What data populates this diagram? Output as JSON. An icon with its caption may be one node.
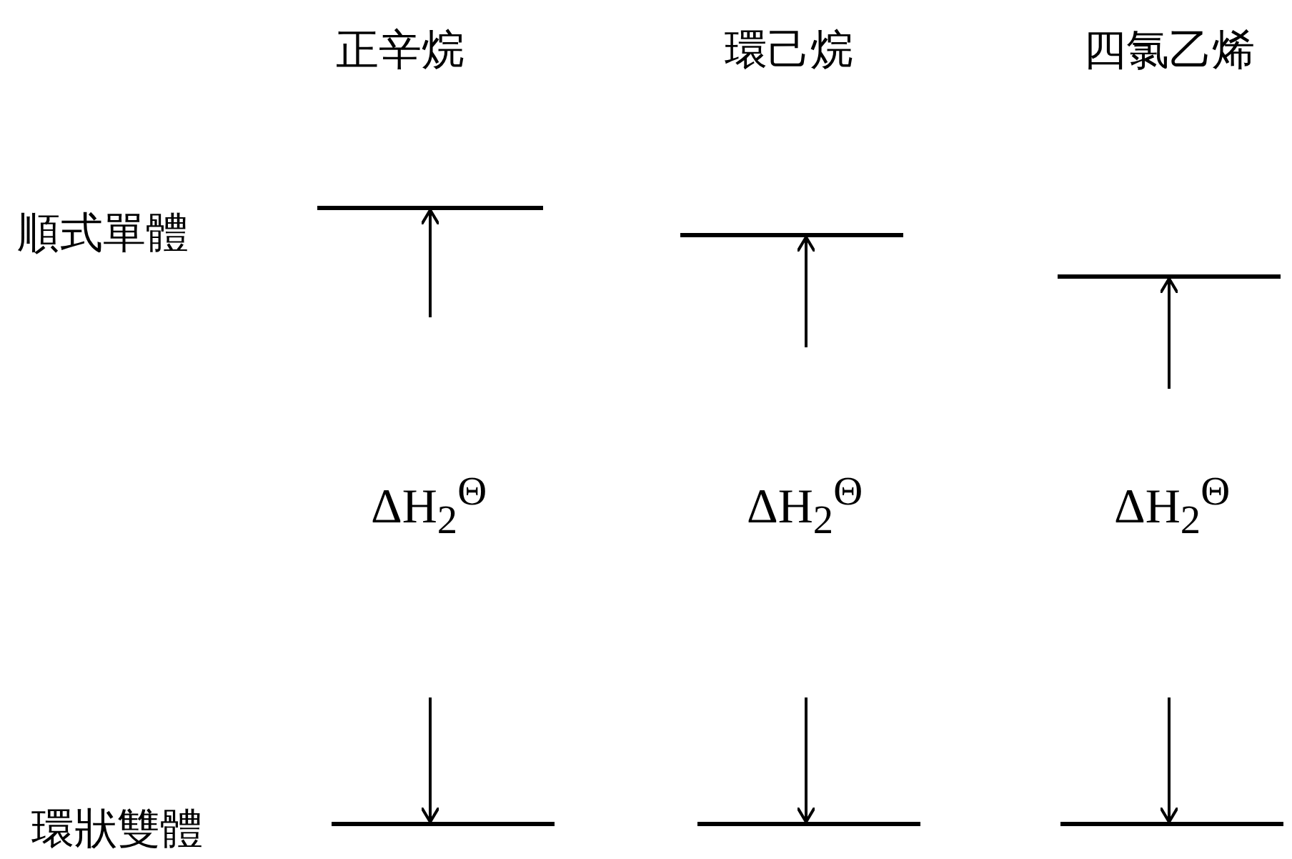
{
  "diagram": {
    "nodes": [
      {
        "text": [],
        "shape": "bar"
      },
      {
        "text": [],
        "shape": "bar"
      },
      {
        "text": [],
        "shape": "bar"
      },
      {
        "text": [],
        "shape": "bar"
      },
      {
        "text": [],
        "shape": "bar"
      },
      {
        "text": [],
        "shape": "bar"
      }
    ],
    "edges": [
      {
        "from": null,
        "to": 0,
        "arrow": "to"
      },
      {
        "from": null,
        "to": 3,
        "arrow": "to"
      },
      {
        "from": null,
        "to": 1,
        "arrow": "to"
      },
      {
        "from": null,
        "to": 4,
        "arrow": "to"
      },
      {
        "from": null,
        "to": 2,
        "arrow": "to"
      },
      {
        "from": null,
        "to": 5,
        "arrow": "to"
      }
    ],
    "labels": [
      "正辛烷",
      "環己烷",
      "四氯乙烯",
      "順式單體",
      "ΔH$_{2}$$^{Θ}$",
      "ΔH$_{2}$$^{Θ}$",
      "ΔH$_{2}$$^{Θ}$",
      "環狀雙體"
    ]
  }
}
